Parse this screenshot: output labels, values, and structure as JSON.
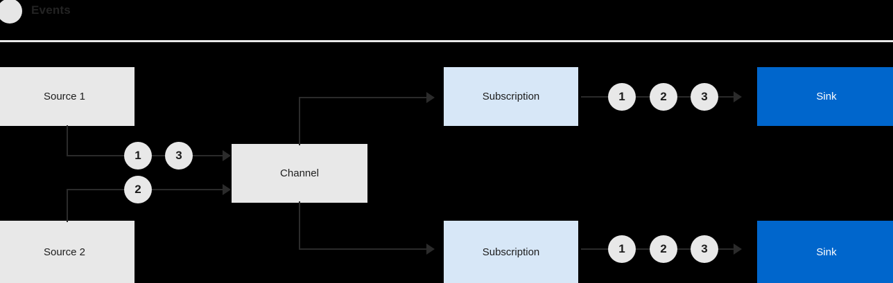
{
  "header": {
    "label": "Events",
    "dot_color": "#e6e6e6",
    "divider_color": "#e9e9e9"
  },
  "colors": {
    "background": "#000000",
    "source_box": "#e8e8e8",
    "channel_box": "#e8e8e8",
    "subscription_box": "#d7e7f7",
    "sink_box": "#0066cc",
    "sink_text": "#ffffff",
    "line": "#2b2b2b",
    "event_circle": "#e8e8e8",
    "text": "#1c1c1c"
  },
  "diagram": {
    "sources": [
      {
        "label": "Source 1"
      },
      {
        "label": "Source 2"
      }
    ],
    "channel": {
      "label": "Channel"
    },
    "subscriptions": [
      {
        "label": "Subscription"
      },
      {
        "label": "Subscription"
      }
    ],
    "sinks": [
      {
        "label": "Sink"
      },
      {
        "label": "Sink"
      }
    ],
    "ingress_events": {
      "source1": [
        "1",
        "3"
      ],
      "source2": [
        "2"
      ]
    },
    "egress_events": {
      "top": [
        "1",
        "2",
        "3"
      ],
      "bottom": [
        "1",
        "2",
        "3"
      ]
    }
  }
}
